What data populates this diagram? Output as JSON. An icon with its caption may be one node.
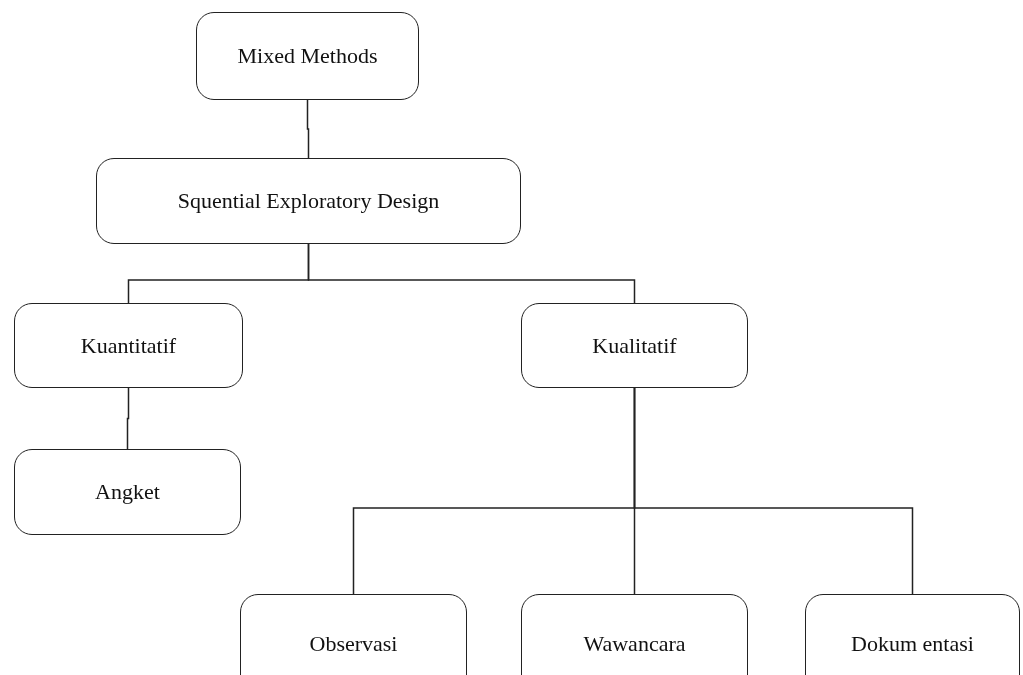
{
  "diagram": {
    "nodes": [
      {
        "text": [
          "Mixed Methods"
        ]
      },
      {
        "text": [
          "Squential Exploratory Design"
        ]
      },
      {
        "text": [
          "Kuantitatif"
        ]
      },
      {
        "text": [
          "Kualitatif"
        ]
      },
      {
        "text": [
          "Angket"
        ]
      },
      {
        "text": [
          "Observasi"
        ]
      },
      {
        "text": [
          "Wawancara"
        ]
      },
      {
        "text": [
          "Dokum entasi"
        ]
      }
    ],
    "edges": [
      {
        "from": 0,
        "to": 1,
        "arrow": "none"
      },
      {
        "from": 1,
        "to": 2,
        "arrow": "none"
      },
      {
        "from": 1,
        "to": 3,
        "arrow": "none"
      },
      {
        "from": 2,
        "to": 4,
        "arrow": "none"
      },
      {
        "from": 3,
        "to": 5,
        "arrow": "none"
      },
      {
        "from": 3,
        "to": 6,
        "arrow": "none"
      },
      {
        "from": 3,
        "to": 7,
        "arrow": "none"
      }
    ]
  }
}
